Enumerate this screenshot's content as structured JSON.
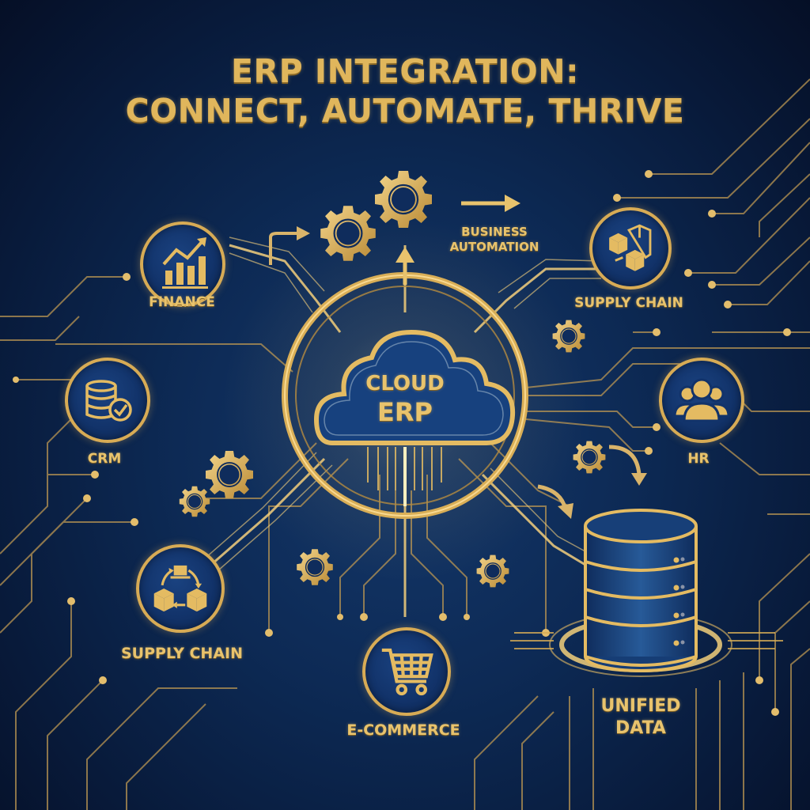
{
  "title": {
    "line1": "ERP INTEGRATION:",
    "line2": "CONNECT, AUTOMATE, THRIVE"
  },
  "center": {
    "line1": "CLOUD",
    "line2": "ERP",
    "icon": "cloud-icon"
  },
  "modules": [
    {
      "id": "finance",
      "label": "FINANCE",
      "icon": "bar-chart-growth-icon"
    },
    {
      "id": "crm",
      "label": "CRM",
      "icon": "database-check-icon"
    },
    {
      "id": "supply-chain-left",
      "label": "SUPPLY CHAIN",
      "icon": "cycle-boxes-icon"
    },
    {
      "id": "ecommerce",
      "label": "E-COMMERCE",
      "icon": "shopping-cart-icon"
    },
    {
      "id": "supply-chain-right",
      "label": "SUPPLY CHAIN",
      "icon": "boxes-icon"
    },
    {
      "id": "hr",
      "label": "HR",
      "icon": "people-group-icon"
    }
  ],
  "automation": {
    "line1": "BUSINESS",
    "line2": "AUTOMATION",
    "icon": "gears-icon"
  },
  "data_store": {
    "line1": "UNIFIED",
    "line2": "DATA",
    "icon": "database-server-icon"
  },
  "colors": {
    "gold": "#d7ab55",
    "gold_light": "#f2d48a",
    "navy": "#0d2a55",
    "navy_dark": "#050f26"
  }
}
